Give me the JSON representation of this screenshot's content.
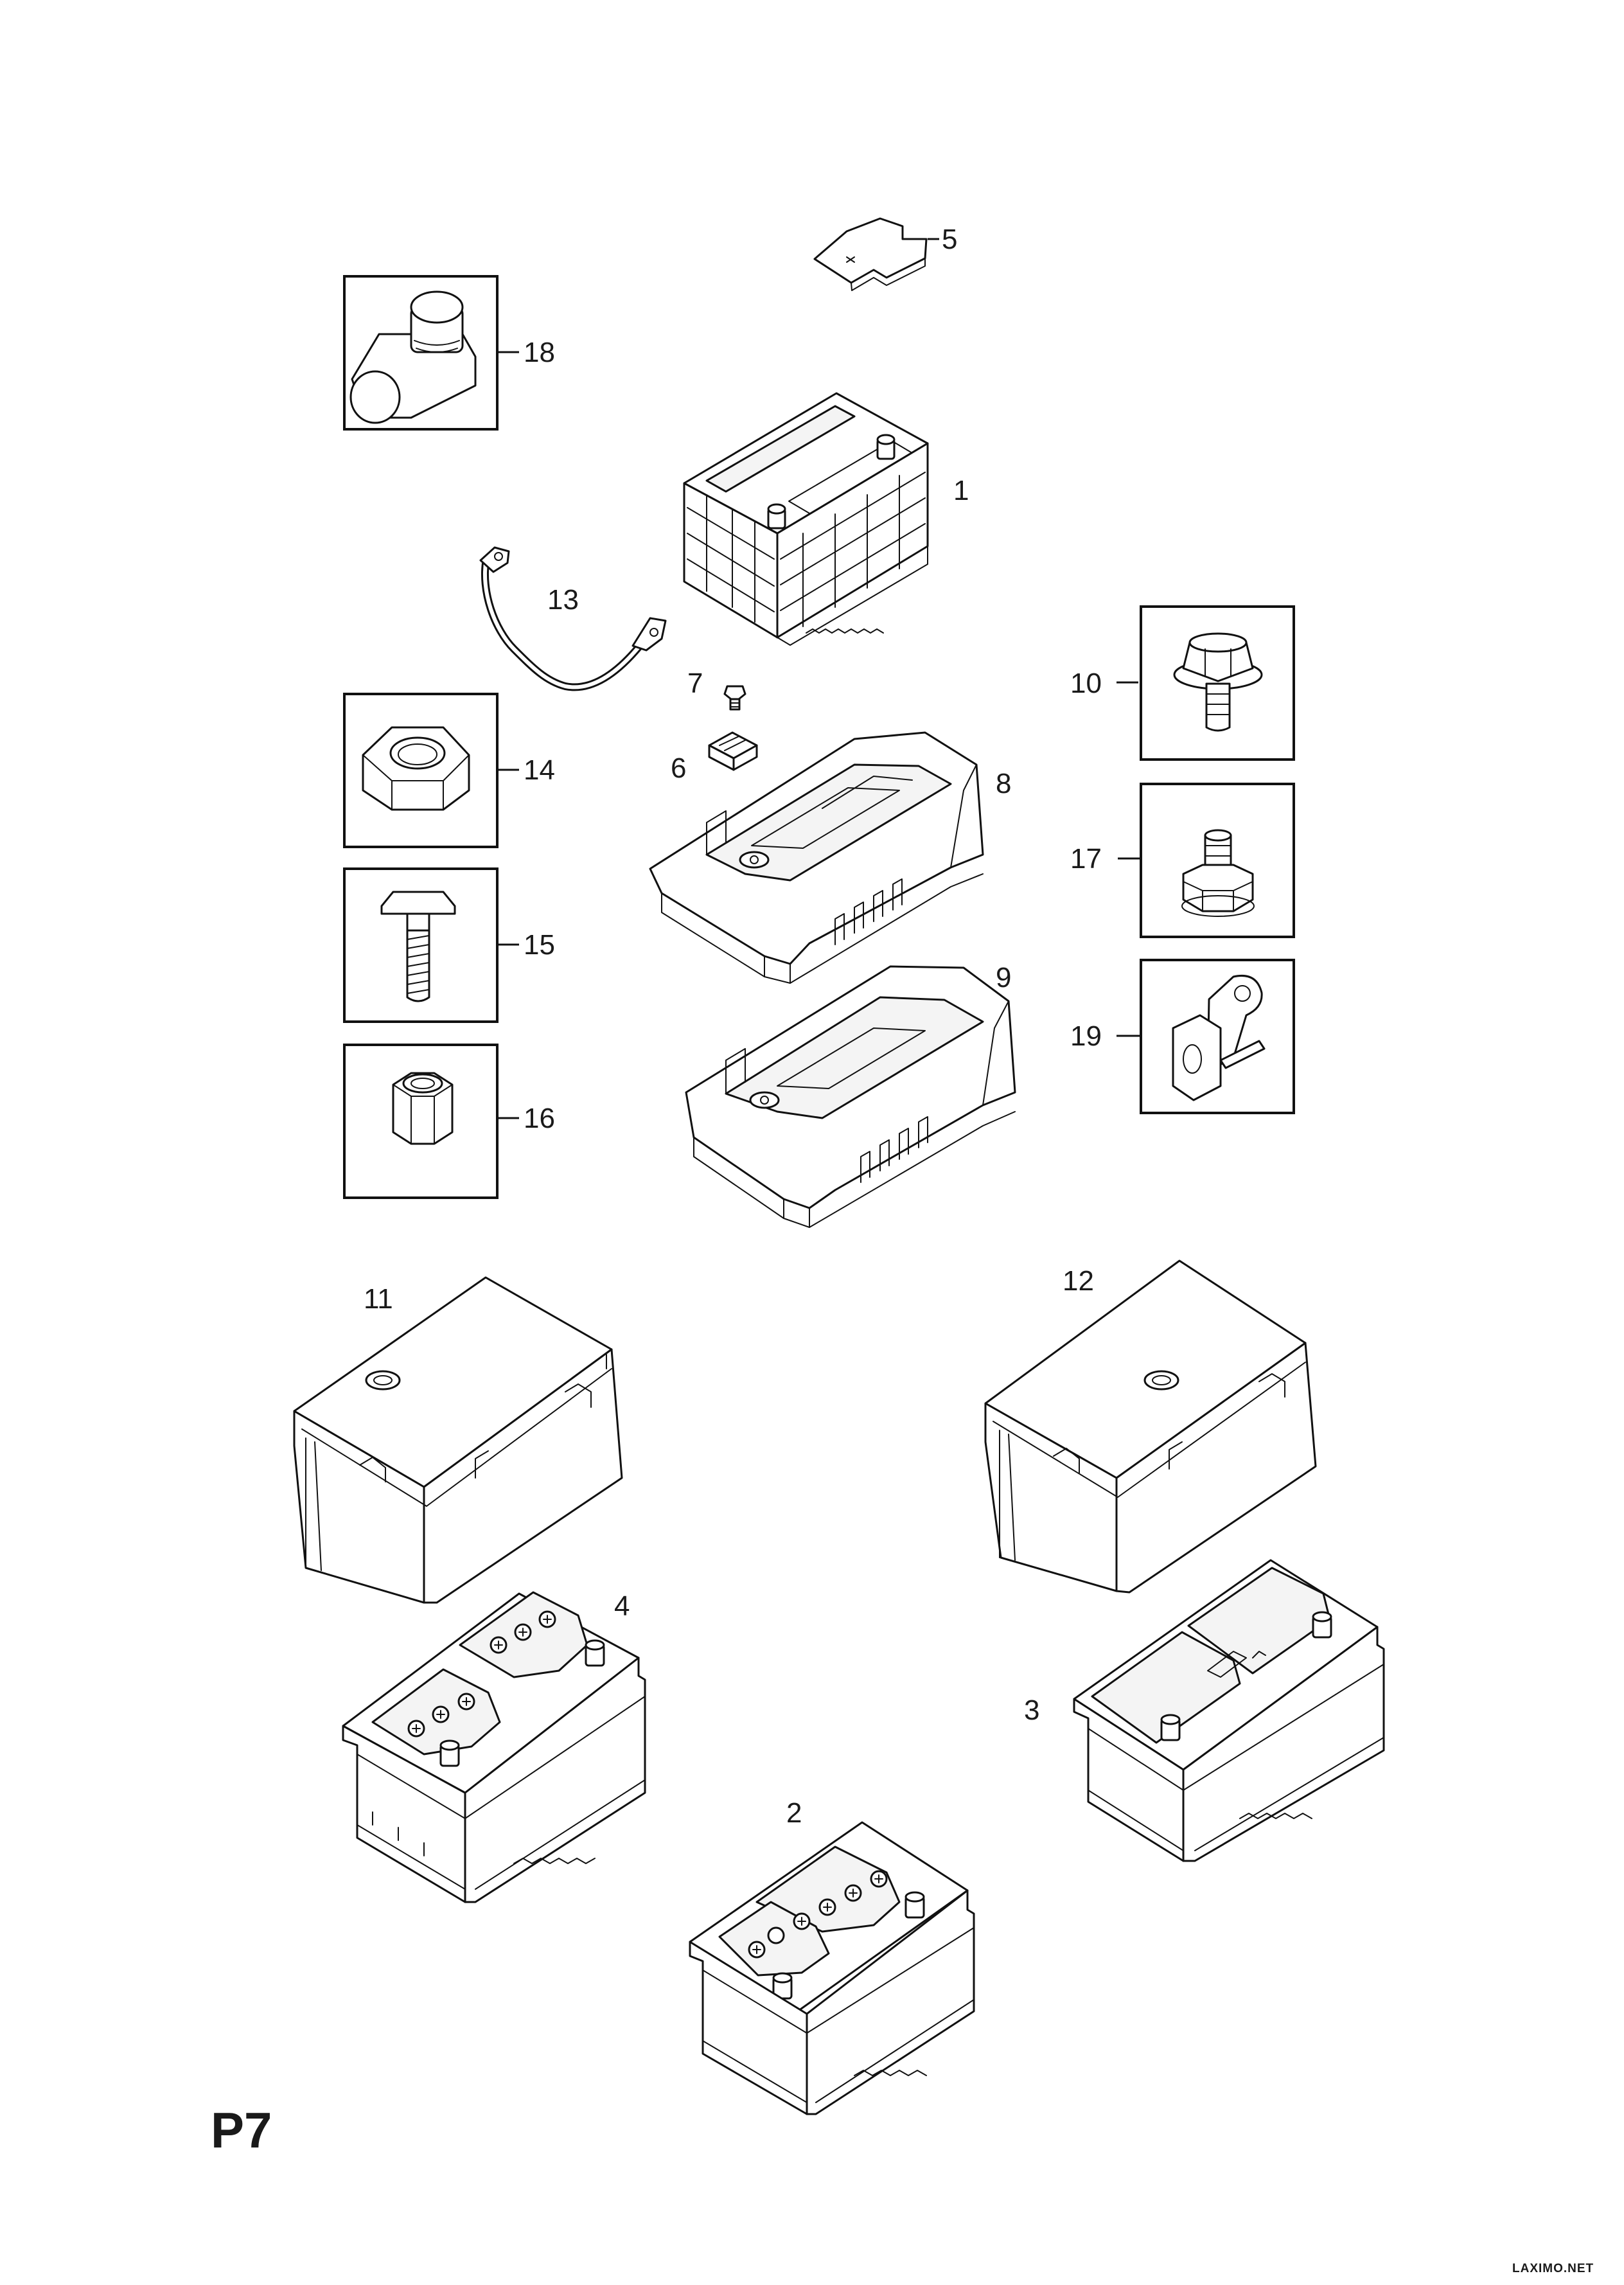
{
  "diagram": {
    "page_code": "P7",
    "watermark": "LAXIMO.NET",
    "callouts": [
      {
        "id": "1",
        "label": "1"
      },
      {
        "id": "2",
        "label": "2"
      },
      {
        "id": "3",
        "label": "3"
      },
      {
        "id": "4",
        "label": "4"
      },
      {
        "id": "5",
        "label": "5"
      },
      {
        "id": "6",
        "label": "6"
      },
      {
        "id": "7",
        "label": "7"
      },
      {
        "id": "8",
        "label": "8"
      },
      {
        "id": "9",
        "label": "9"
      },
      {
        "id": "10",
        "label": "10"
      },
      {
        "id": "11",
        "label": "11"
      },
      {
        "id": "12",
        "label": "12"
      },
      {
        "id": "13",
        "label": "13"
      },
      {
        "id": "14",
        "label": "14"
      },
      {
        "id": "15",
        "label": "15"
      },
      {
        "id": "16",
        "label": "16"
      },
      {
        "id": "17",
        "label": "17"
      },
      {
        "id": "18",
        "label": "18"
      },
      {
        "id": "19",
        "label": "19"
      }
    ]
  }
}
